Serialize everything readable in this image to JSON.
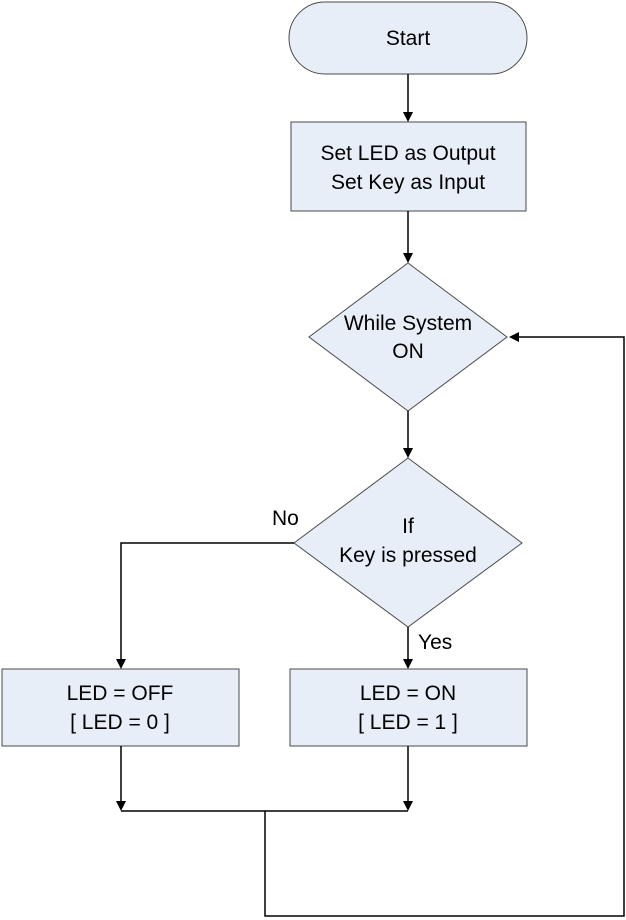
{
  "nodes": {
    "start": {
      "lines": [
        "Start"
      ]
    },
    "setup": {
      "lines": [
        "Set LED as Output",
        "Set Key as Input"
      ]
    },
    "loop": {
      "lines": [
        "While System",
        "ON"
      ]
    },
    "key_check": {
      "lines": [
        "If",
        "Key is pressed"
      ]
    },
    "led_off": {
      "lines": [
        "LED = OFF",
        "[ LED = 0 ]"
      ]
    },
    "led_on": {
      "lines": [
        "LED = ON",
        "[ LED = 1 ]"
      ]
    }
  },
  "edges": {
    "no_label": "No",
    "yes_label": "Yes"
  },
  "colors": {
    "node_fill": "#e8eef8",
    "node_stroke": "#4a4a4a",
    "line": "#000000"
  }
}
